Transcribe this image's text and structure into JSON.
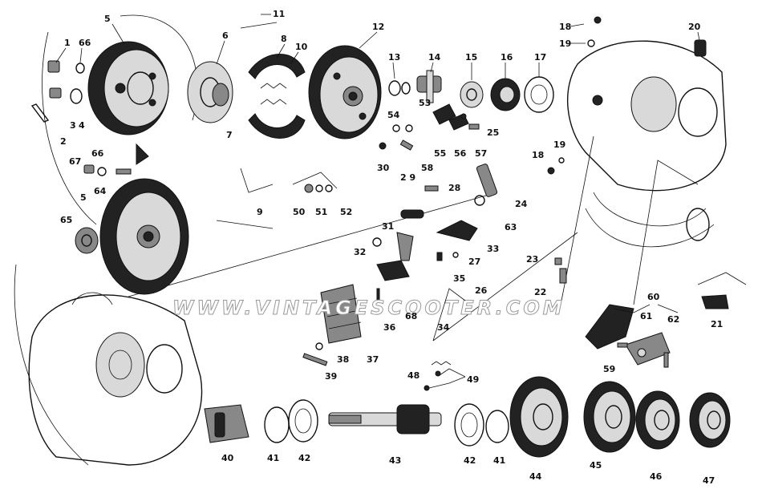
{
  "watermark": "WWW.VINTAGESCOOTER.COM",
  "labels": {
    "p1": "1",
    "p2": "2",
    "p3": "3",
    "p4": "4",
    "p5a": "5",
    "p5b": "5",
    "p6": "6",
    "p7": "7",
    "p8": "8",
    "p9": "9",
    "p10": "10",
    "p11": "11",
    "p12": "12",
    "p13": "13",
    "p14": "14",
    "p15": "15",
    "p16": "16",
    "p17": "17",
    "p18a": "18",
    "p18b": "18",
    "p19a": "19",
    "p19b": "19",
    "p20": "20",
    "p21": "21",
    "p22": "22",
    "p23": "23",
    "p24": "24",
    "p25": "25",
    "p26": "26",
    "p27": "27",
    "p28": "28",
    "p29": "2 9",
    "p30": "30",
    "p31": "31",
    "p32": "32",
    "p33": "33",
    "p34": "34",
    "p35": "35",
    "p36": "36",
    "p37": "37",
    "p38": "38",
    "p39": "39",
    "p40": "40",
    "p41a": "41",
    "p41b": "41",
    "p42a": "42",
    "p42b": "42",
    "p43": "43",
    "p44": "44",
    "p45": "45",
    "p46": "46",
    "p47": "47",
    "p48": "48",
    "p49": "49",
    "p50": "50",
    "p51": "51",
    "p52": "52",
    "p53": "53",
    "p54": "54",
    "p55": "55",
    "p56": "56",
    "p57": "57",
    "p58": "58",
    "p59": "59",
    "p60": "60",
    "p61": "61",
    "p62": "62",
    "p63": "63",
    "p64": "64",
    "p65": "65",
    "p66a": "66",
    "p66b": "66",
    "p67": "67",
    "p68": "68"
  }
}
